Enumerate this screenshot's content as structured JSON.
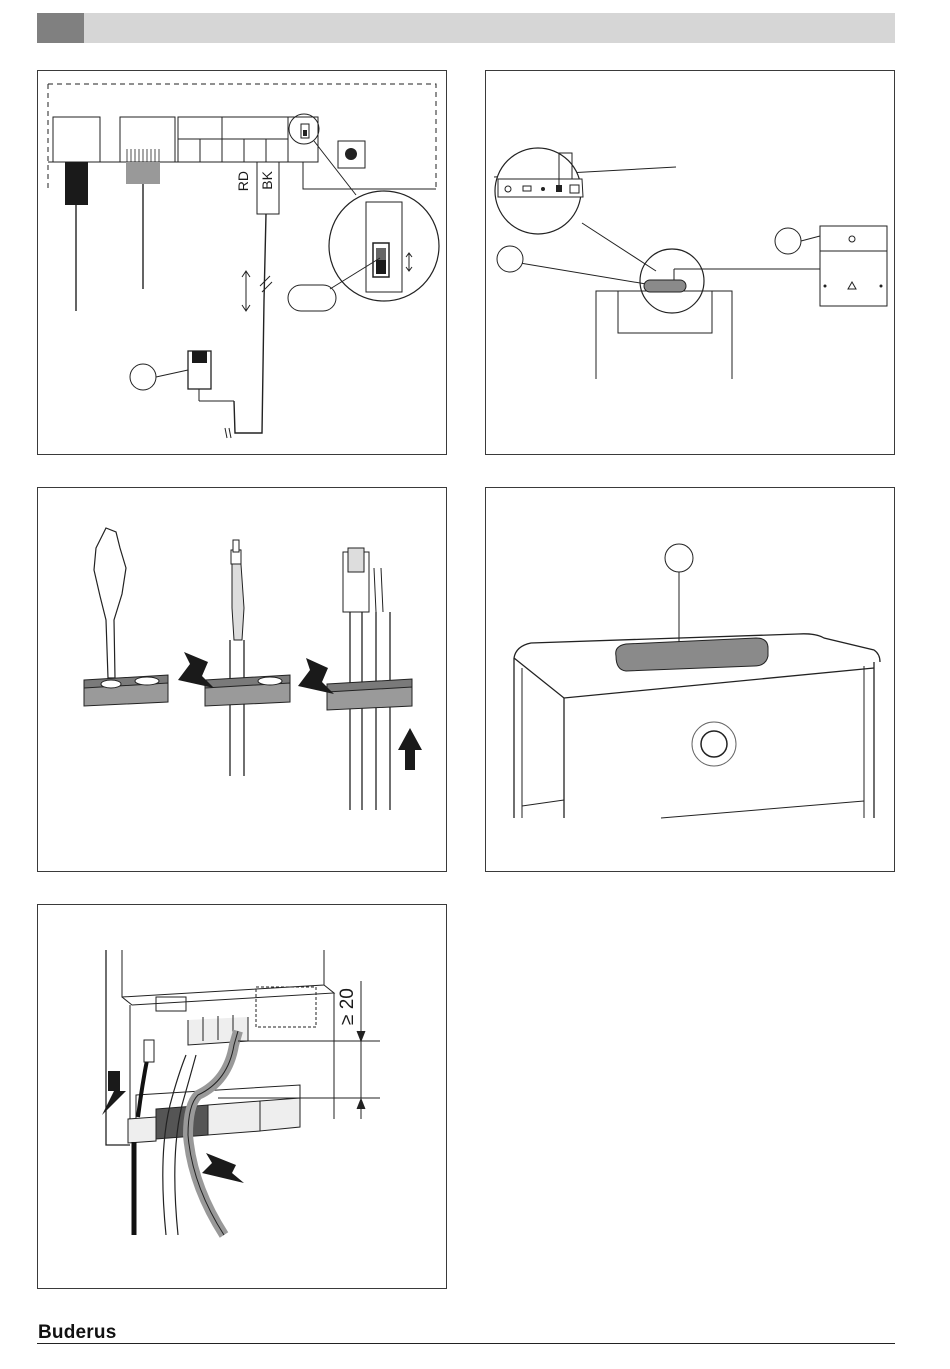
{
  "brand": {
    "name": "Buderus"
  },
  "figure1": {
    "wire_labels": [
      "RD",
      "BK"
    ]
  },
  "figure5": {
    "dimension_label": "≥ 20"
  }
}
